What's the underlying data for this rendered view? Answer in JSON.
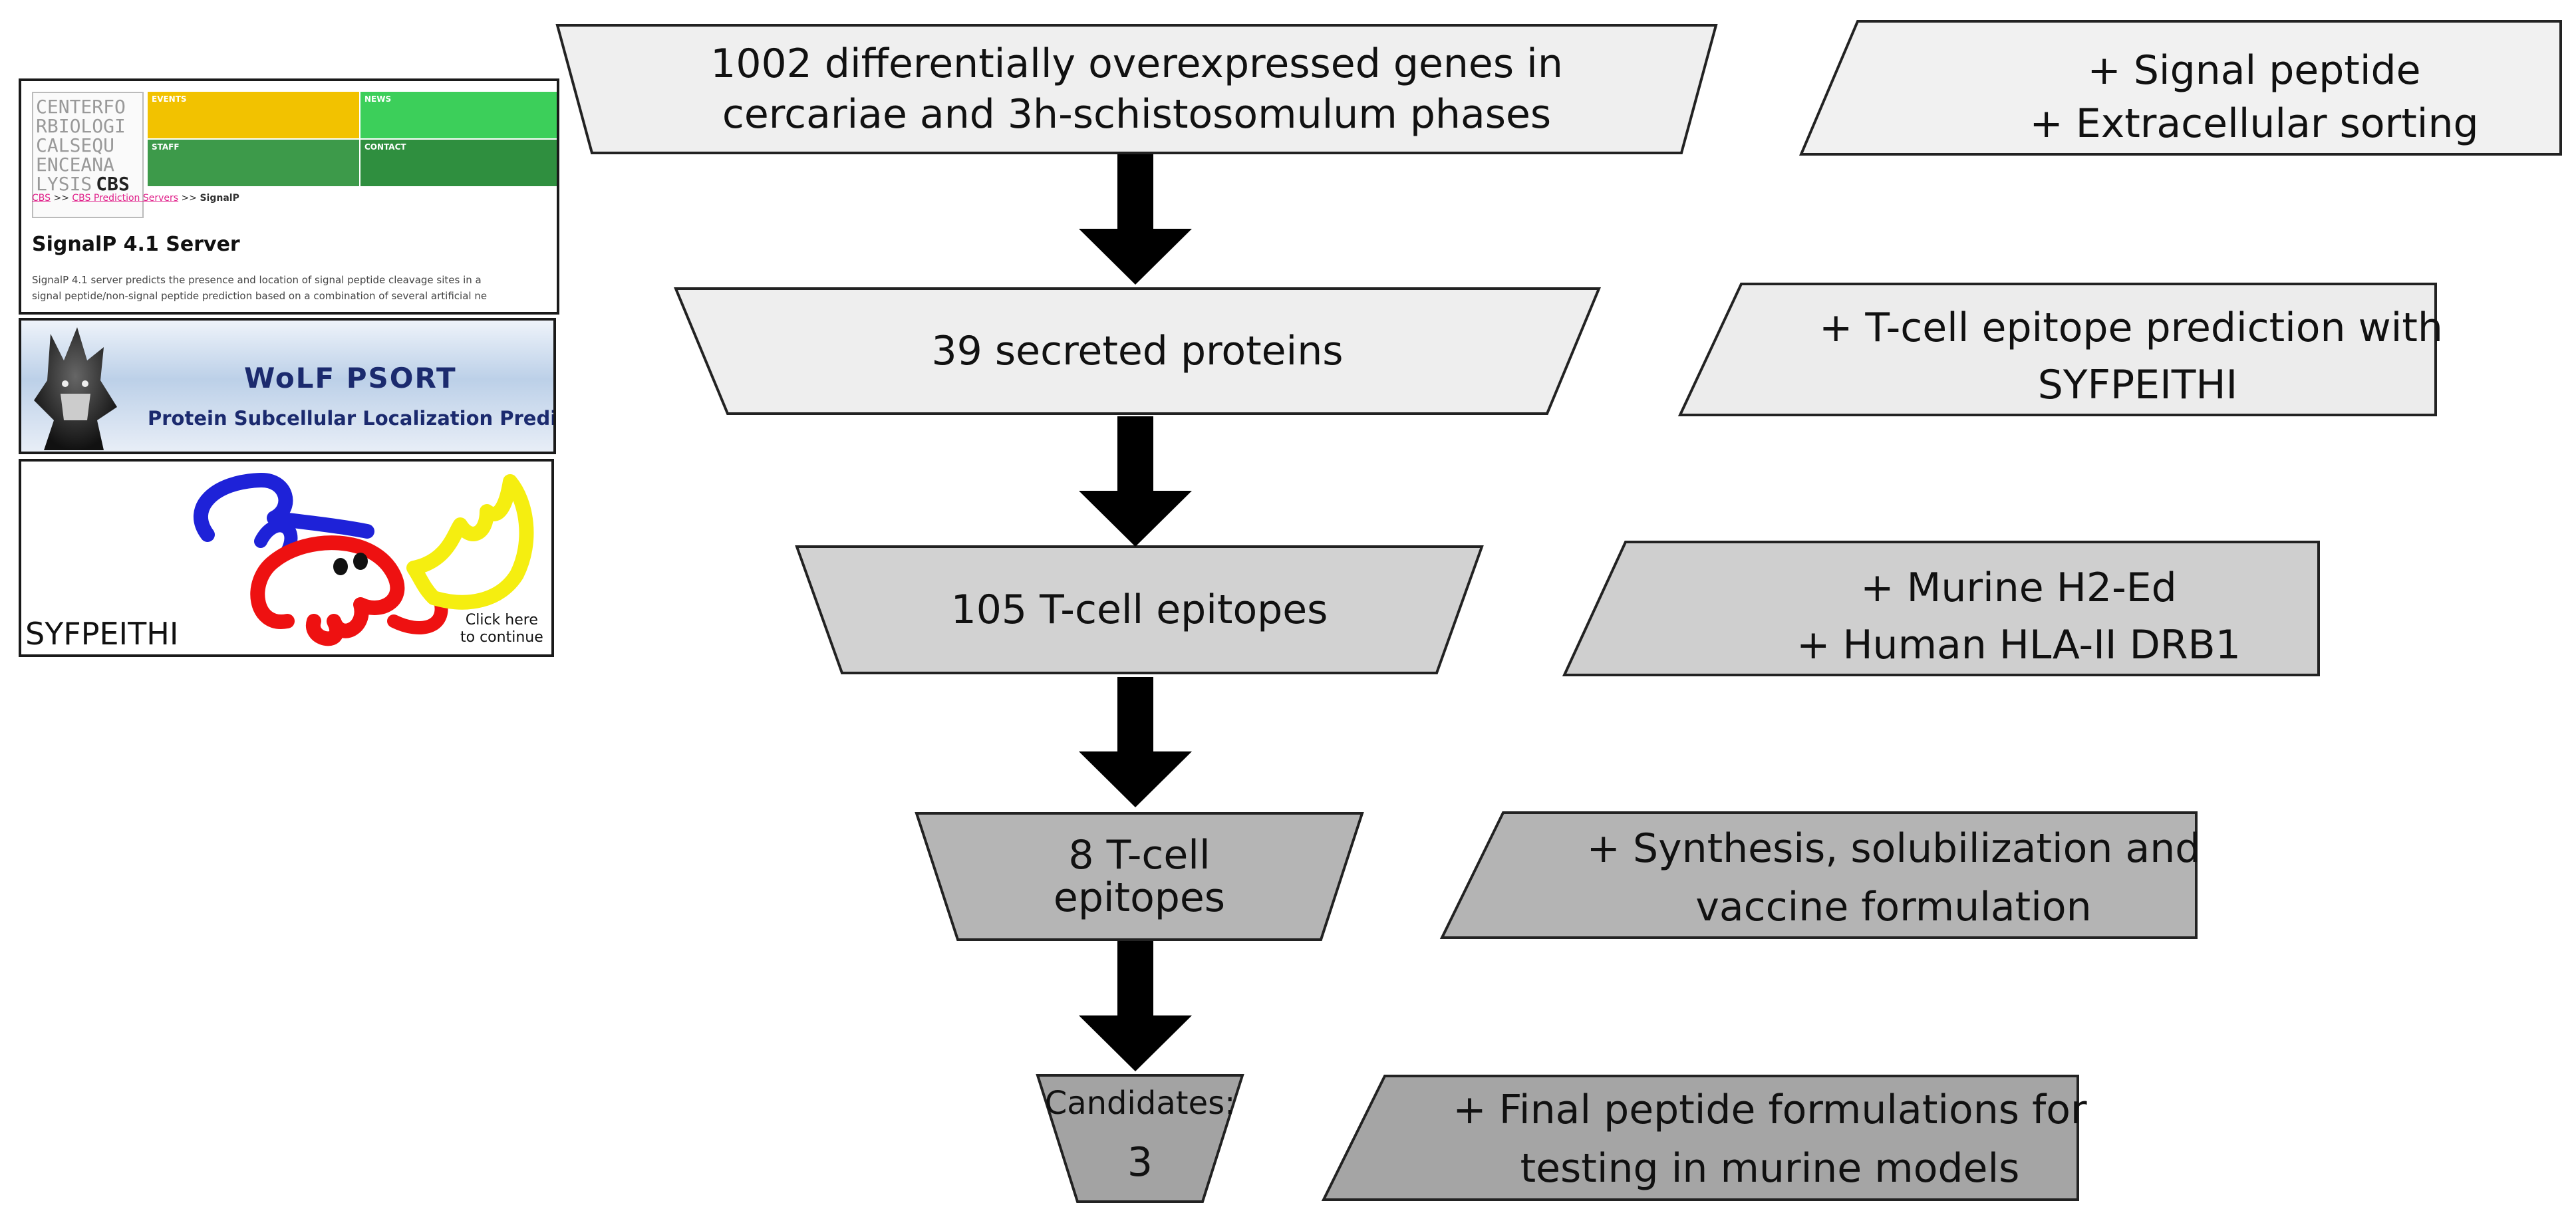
{
  "flow": {
    "steps": [
      {
        "lines": [
          "1002 differentially overexpressed genes in",
          "cercariae and 3h-schistosomulum phases"
        ]
      },
      {
        "lines": [
          "39 secreted proteins"
        ]
      },
      {
        "lines": [
          "105 T-cell epitopes"
        ]
      },
      {
        "lines": [
          "8 T-cell",
          "epitopes"
        ]
      },
      {
        "lines": [
          "Candidates:",
          "3"
        ]
      }
    ],
    "notes": [
      {
        "lines": [
          "+ Signal peptide",
          "+ Extracellular sorting"
        ]
      },
      {
        "lines": [
          "+ T-cell epitope prediction with",
          "SYFPEITHI"
        ]
      },
      {
        "lines": [
          "+ Murine H2-Ed",
          "+ Human HLA-II DRB1"
        ]
      },
      {
        "lines": [
          "+ Synthesis, solubilization and",
          "vaccine formulation"
        ]
      },
      {
        "lines": [
          "+ Final peptide formulations for",
          "testing in murine models"
        ]
      }
    ]
  },
  "tools": {
    "signalp": {
      "logo_lines": [
        "CENTERFO",
        "RBIOLOGI",
        "CALSEQU",
        "ENCEANA",
        "LYSIS"
      ],
      "logo_bold": "CBS",
      "nav": [
        "EVENTS",
        "NEWS",
        "STAFF",
        "CONTACT"
      ],
      "breadcrumb": {
        "a": "CBS",
        "sep1": ">>",
        "b": "CBS Prediction Servers",
        "sep2": ">>",
        "c": "SignalP"
      },
      "title": "SignalP 4.1 Server",
      "desc1": "SignalP 4.1 server predicts the presence and location of signal peptide cleavage sites in a",
      "desc2": "signal peptide/non-signal peptide prediction based on a combination of several artificial ne"
    },
    "wolf": {
      "title": "WoLF PSORT",
      "subtitle": "Protein Subcellular Localization Prediction"
    },
    "syfpeithi": {
      "name": "SYFPEITHI",
      "click1": "Click here",
      "click2": "to continue"
    }
  },
  "colors": {
    "box1": "#efefef",
    "box2": "#eeeeee",
    "box3": "#d2d2d2",
    "box4": "#b5b5b5",
    "box5": "#a3a3a3",
    "note1": "#f1f1f1",
    "note2": "#ececec",
    "note3": "#cfcfcf",
    "note4": "#b4b4b4",
    "note5": "#a5a5a5",
    "nav_yellow": "#f2c200",
    "nav_green": "#3ccf5a",
    "nav_dark": "#3d9a4a",
    "nav_dark2": "#2f8f3f",
    "syf_blue": "#1e22d8",
    "syf_red": "#ee1111",
    "syf_yellow": "#f5ee10"
  }
}
